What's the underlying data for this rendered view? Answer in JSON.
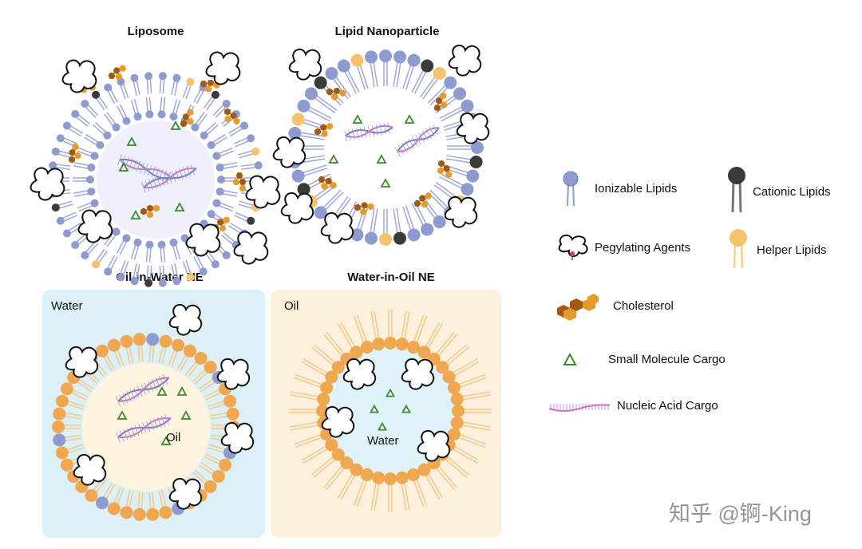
{
  "titles": {
    "liposome": "Liposome",
    "lnp": "Lipid Nanoparticle",
    "oil_in_water": "Oil-in-Water NE",
    "water_in_oil": "Water-in-Oil NE"
  },
  "panel_labels": {
    "ow_outer": "Water",
    "ow_core": "Oil",
    "wo_outer": "Oil",
    "wo_core": "Water"
  },
  "legend": {
    "ionizable": "Ionizable Lipids",
    "cationic": "Cationic Lipids",
    "pegylating": "Pegylating Agents",
    "helper": "Helper Lipids",
    "cholesterol": "Cholesterol",
    "small_molecule": "Small Molecule Cargo",
    "nucleic_acid": "Nucleic Acid Cargo"
  },
  "watermark": "知乎 @锕-King",
  "colors": {
    "ionizable": "#8e9bd0",
    "cationic": "#3a3a3a",
    "helper": "#f6c26b",
    "cholesterol_dark": "#a25a12",
    "cholesterol_light": "#e69a2a",
    "cargo_green": "#3a8a2a",
    "nucleic": "#c67ac6",
    "water_panel": "#dcf0f8",
    "oil_panel": "#fdf0dc",
    "oil_head": "#f0a850",
    "peg_anchor": "#d6336c"
  }
}
